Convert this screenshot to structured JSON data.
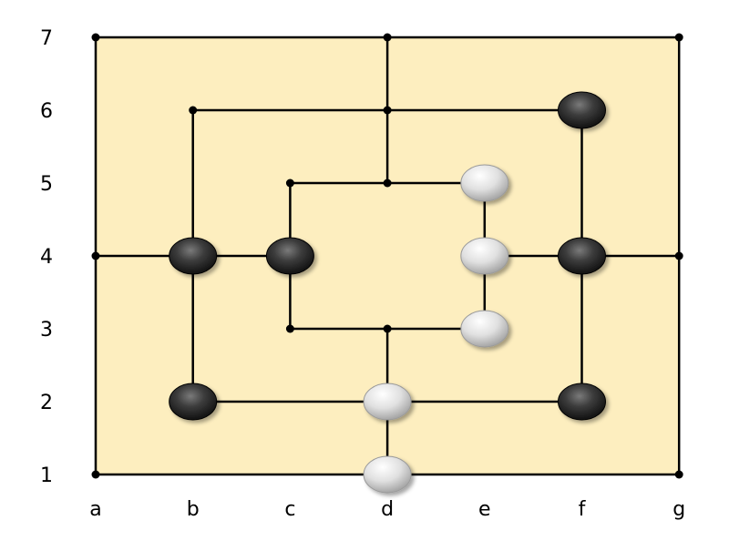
{
  "board": {
    "board_color": "#fdeebf",
    "line_color": "#000000",
    "files": [
      "a",
      "b",
      "c",
      "d",
      "e",
      "f",
      "g"
    ],
    "ranks": [
      "1",
      "2",
      "3",
      "4",
      "5",
      "6",
      "7"
    ],
    "points": [
      "a7",
      "d7",
      "g7",
      "b6",
      "d6",
      "f6",
      "c5",
      "d5",
      "e5",
      "a4",
      "b4",
      "c4",
      "e4",
      "f4",
      "g4",
      "c3",
      "d3",
      "e3",
      "b2",
      "d2",
      "f2",
      "a1",
      "d1",
      "g1"
    ],
    "lines": [
      [
        "a7",
        "g7"
      ],
      [
        "b6",
        "f6"
      ],
      [
        "c5",
        "e5"
      ],
      [
        "a4",
        "c4"
      ],
      [
        "e4",
        "g4"
      ],
      [
        "c3",
        "e3"
      ],
      [
        "b2",
        "f2"
      ],
      [
        "a1",
        "g1"
      ],
      [
        "a7",
        "a1"
      ],
      [
        "b6",
        "b2"
      ],
      [
        "c5",
        "c3"
      ],
      [
        "d7",
        "d5"
      ],
      [
        "d3",
        "d1"
      ],
      [
        "e5",
        "e3"
      ],
      [
        "f6",
        "f2"
      ],
      [
        "g7",
        "g1"
      ]
    ],
    "stones": {
      "black": [
        "f6",
        "b4",
        "c4",
        "f4",
        "b2",
        "f2"
      ],
      "white": [
        "e5",
        "e4",
        "e3",
        "d2",
        "d1"
      ]
    }
  }
}
